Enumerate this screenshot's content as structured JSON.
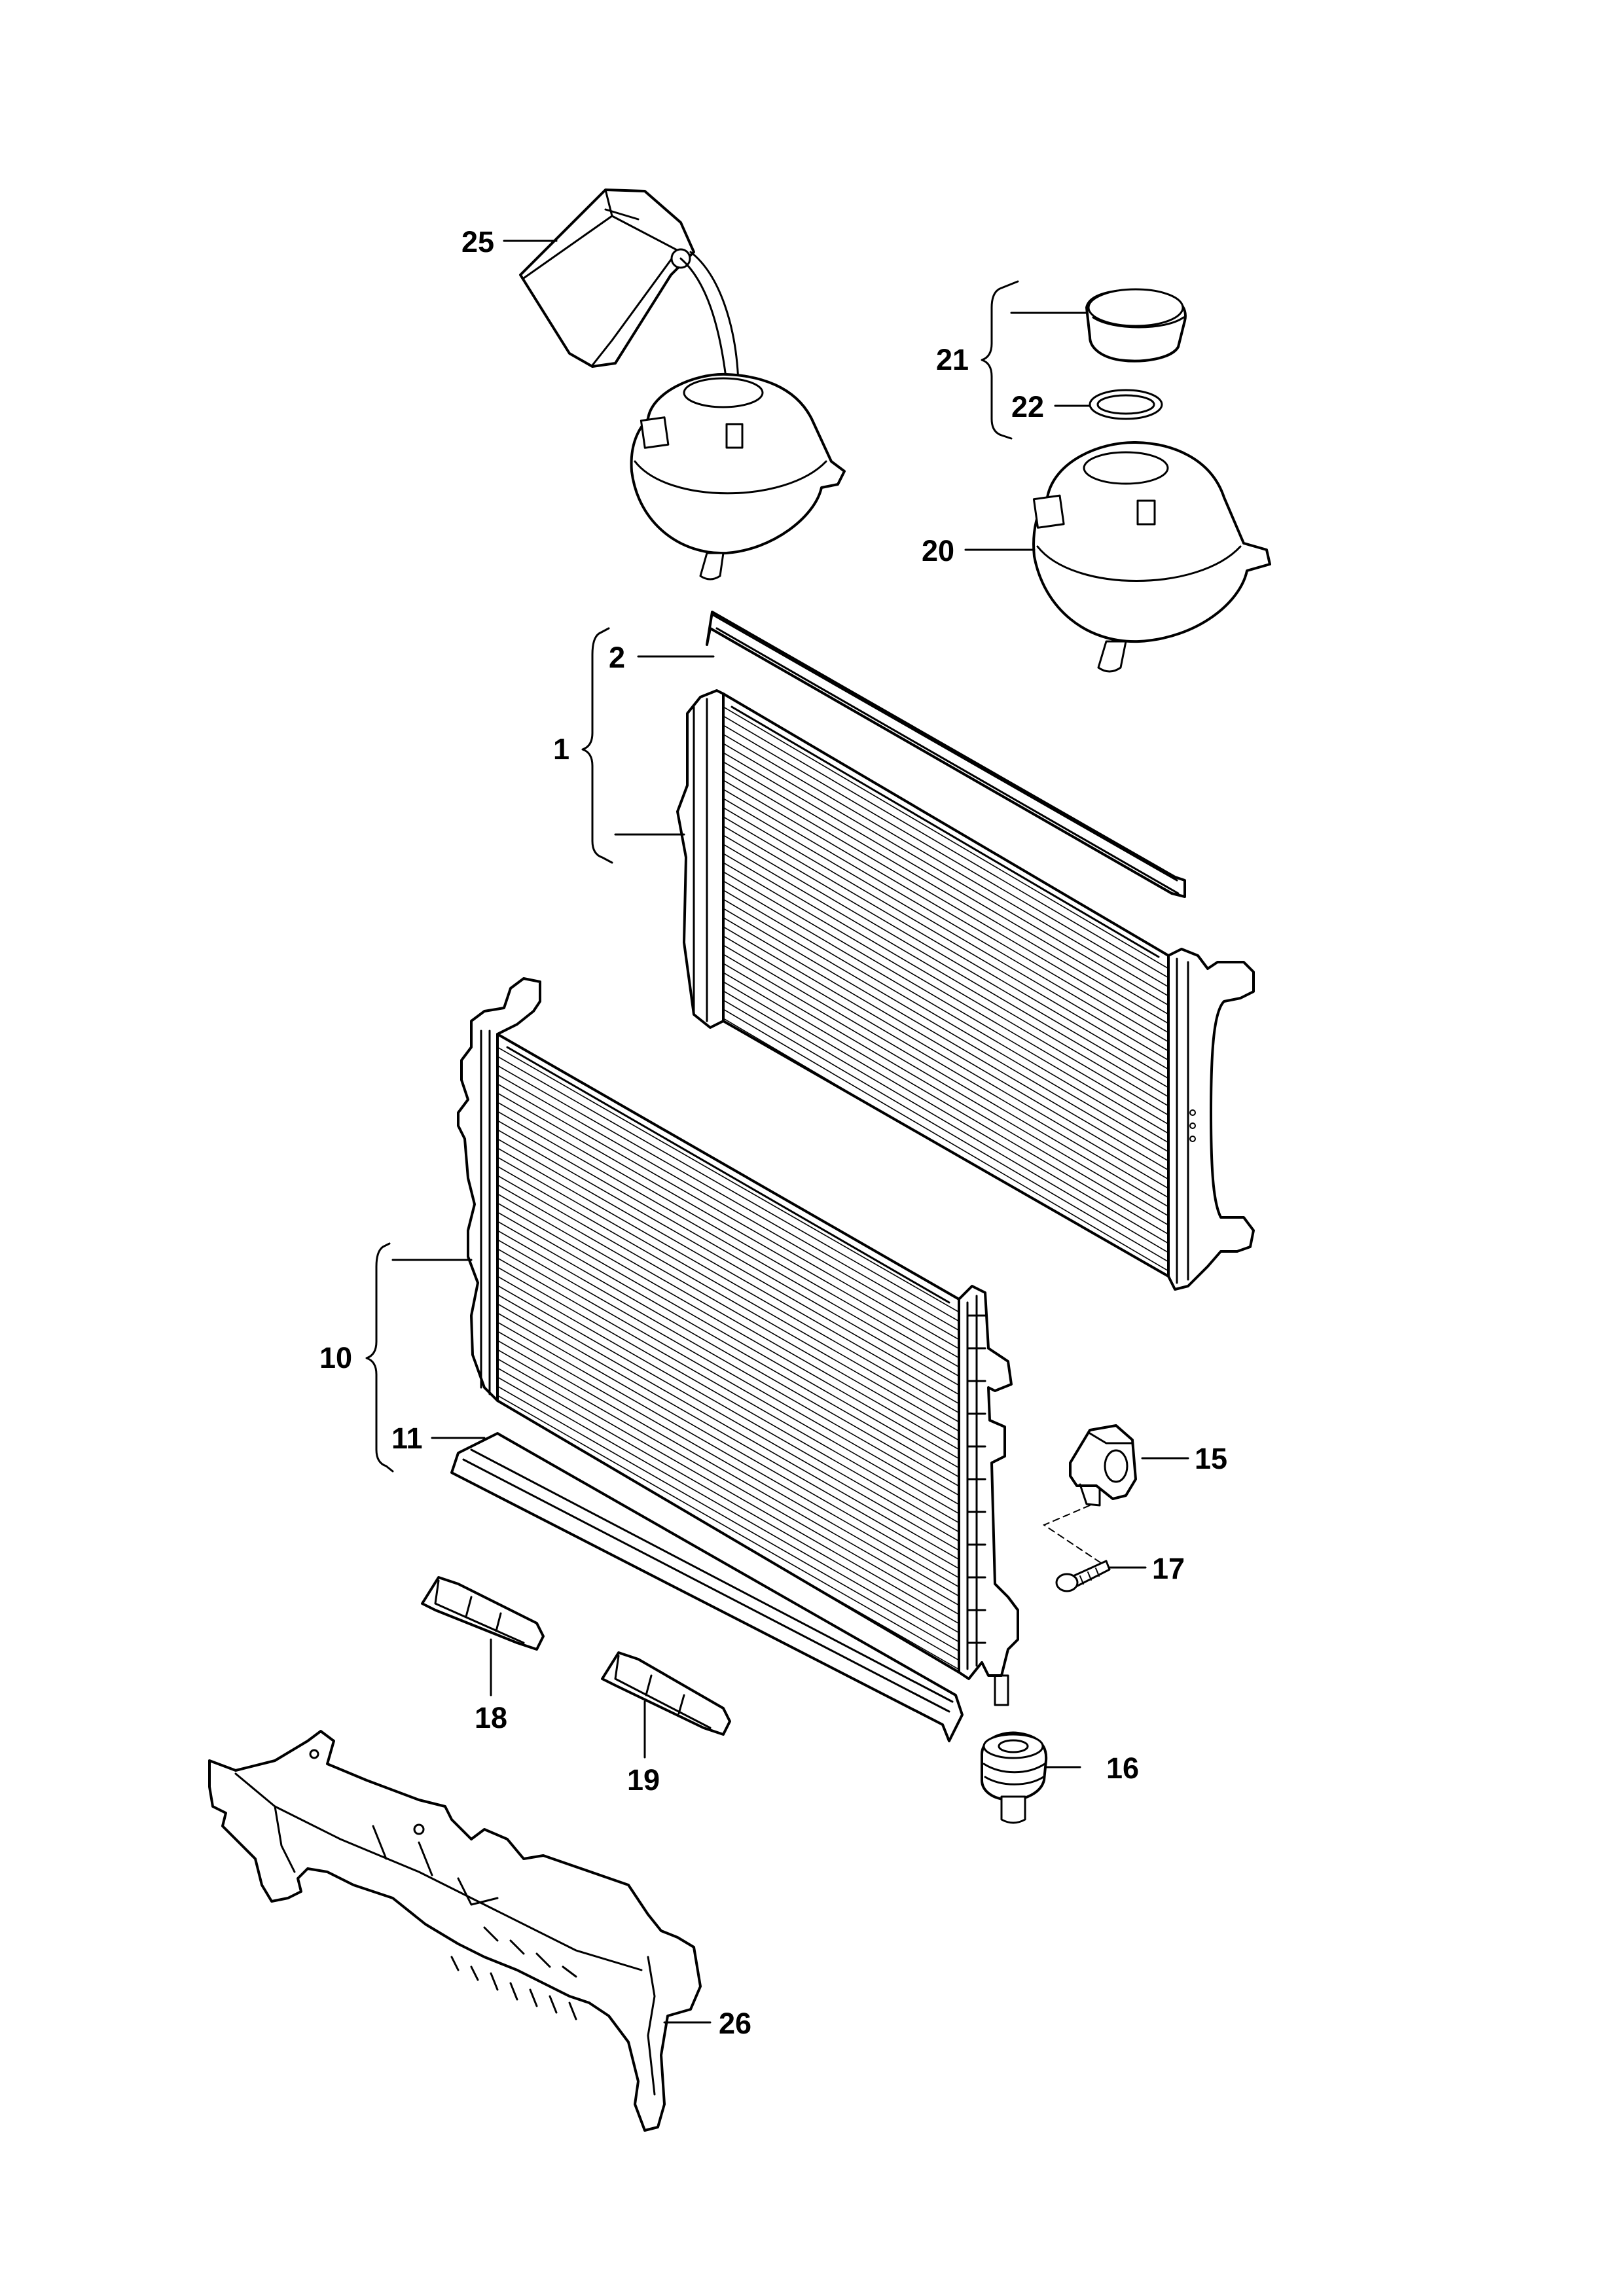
{
  "labels": {
    "l1": "1",
    "l2": "2",
    "l10": "10",
    "l11": "11",
    "l15": "15",
    "l16": "16",
    "l17": "17",
    "l18": "18",
    "l19": "19",
    "l20": "20",
    "l21": "21",
    "l22": "22",
    "l25": "25",
    "l26": "26"
  },
  "icons": {
    "radiator_upper": "radiator-icon",
    "radiator_lower": "radiator-icon",
    "expansion_tank": "coolant-tank-icon",
    "reservoir_cap": "cap-icon",
    "seal_ring": "o-ring-icon",
    "coolant_bottle": "bottle-icon",
    "bracket": "bracket-icon",
    "screw": "screw-icon",
    "rubber_mount": "mount-icon",
    "air_guide": "air-guide-icon",
    "carrier": "carrier-icon"
  },
  "colors": {
    "ink": "#000000",
    "paper": "#ffffff"
  }
}
